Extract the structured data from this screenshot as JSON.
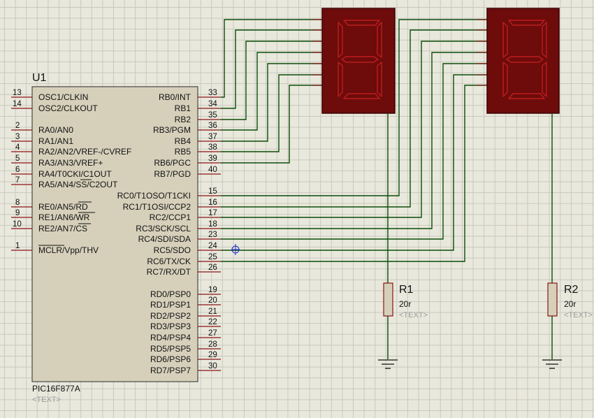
{
  "mcu": {
    "ref": "U1",
    "part": "PIC16F877A",
    "text_placeholder": "<TEXT>",
    "left_pins": [
      {
        "num": "13",
        "name": "OSC1/CLKIN"
      },
      {
        "num": "14",
        "name": "OSC2/CLKOUT"
      },
      {
        "num": "2",
        "name": "RA0/AN0"
      },
      {
        "num": "3",
        "name": "RA1/AN1"
      },
      {
        "num": "4",
        "name": "RA2/AN2/VREF-/CVREF"
      },
      {
        "num": "5",
        "name": "RA3/AN3/VREF+"
      },
      {
        "num": "6",
        "name": "RA4/T0CKI/C1OUT"
      },
      {
        "num": "7",
        "name": "RA5/AN4/SS/C2OUT"
      },
      {
        "num": "8",
        "name": "RE0/AN5/RD"
      },
      {
        "num": "9",
        "name": "RE1/AN6/WR"
      },
      {
        "num": "10",
        "name": "RE2/AN7/CS"
      },
      {
        "num": "1",
        "name": "MCLR/Vpp/THV"
      }
    ],
    "right_pins": [
      {
        "num": "33",
        "name": "RB0/INT"
      },
      {
        "num": "34",
        "name": "RB1"
      },
      {
        "num": "35",
        "name": "RB2"
      },
      {
        "num": "36",
        "name": "RB3/PGM"
      },
      {
        "num": "37",
        "name": "RB4"
      },
      {
        "num": "38",
        "name": "RB5"
      },
      {
        "num": "39",
        "name": "RB6/PGC"
      },
      {
        "num": "40",
        "name": "RB7/PGD"
      },
      {
        "num": "15",
        "name": "RC0/T1OSO/T1CKI"
      },
      {
        "num": "16",
        "name": "RC1/T1OSI/CCP2"
      },
      {
        "num": "17",
        "name": "RC2/CCP1"
      },
      {
        "num": "18",
        "name": "RC3/SCK/SCL"
      },
      {
        "num": "23",
        "name": "RC4/SDI/SDA"
      },
      {
        "num": "24",
        "name": "RC5/SDO"
      },
      {
        "num": "25",
        "name": "RC6/TX/CK"
      },
      {
        "num": "26",
        "name": "RC7/RX/DT"
      },
      {
        "num": "19",
        "name": "RD0/PSP0"
      },
      {
        "num": "20",
        "name": "RD1/PSP1"
      },
      {
        "num": "21",
        "name": "RD2/PSP2"
      },
      {
        "num": "22",
        "name": "RD3/PSP3"
      },
      {
        "num": "27",
        "name": "RD4/PSP4"
      },
      {
        "num": "28",
        "name": "RD5/PSP5"
      },
      {
        "num": "29",
        "name": "RD6/PSP6"
      },
      {
        "num": "30",
        "name": "RD7/PSP7"
      }
    ]
  },
  "resistors": [
    {
      "ref": "R1",
      "value": "20r",
      "text_placeholder": "<TEXT>"
    },
    {
      "ref": "R2",
      "value": "20r",
      "text_placeholder": "<TEXT>"
    }
  ],
  "displays": [
    {
      "digit": "8"
    },
    {
      "digit": "8"
    }
  ],
  "colors": {
    "background": "#e9e8dc",
    "grid": "#c9c8bc",
    "wire": "#0a4d0a",
    "pin": "#8a1515",
    "ic_body": "#d6d0bb",
    "display_body": "#6e0b0b",
    "segment_outline": "#bb1e1e",
    "resistor_body": "#d6d0bb",
    "placeholder_text": "#9a9a9a"
  }
}
